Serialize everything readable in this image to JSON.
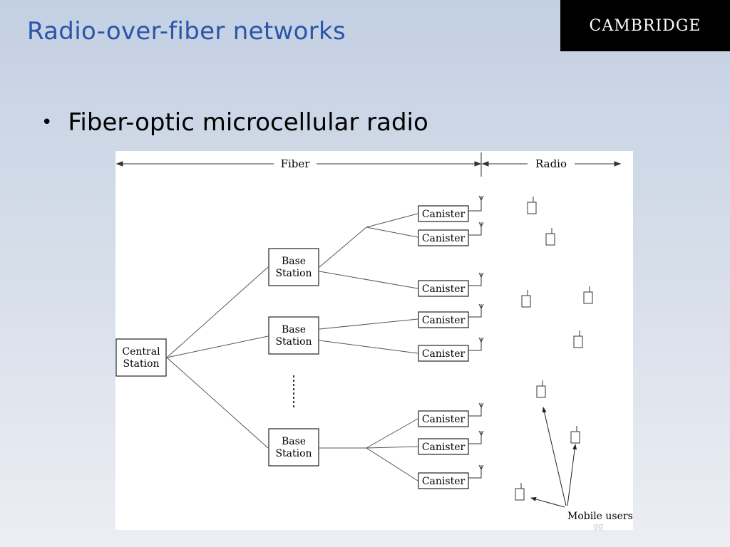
{
  "slide": {
    "title": "Radio-over-fiber networks",
    "logo_text": "CAMBRIDGE",
    "bullet": "Fiber-optic microcellular radio",
    "footer": "gg"
  },
  "diagram": {
    "header": {
      "fiber_label": "Fiber",
      "radio_label": "Radio"
    },
    "central_station": {
      "line1": "Central",
      "line2": "Station"
    },
    "base_stations": [
      {
        "line1": "Base",
        "line2": "Station"
      },
      {
        "line1": "Base",
        "line2": "Station"
      },
      {
        "line1": "Base",
        "line2": "Station"
      }
    ],
    "canisters": [
      {
        "label": "Canister"
      },
      {
        "label": "Canister"
      },
      {
        "label": "Canister"
      },
      {
        "label": "Canister"
      },
      {
        "label": "Canister"
      },
      {
        "label": "Canister"
      },
      {
        "label": "Canister"
      },
      {
        "label": "Canister"
      }
    ],
    "mobile_users_label": "Mobile users",
    "colors": {
      "line": "#555555",
      "text": "#000000"
    }
  }
}
